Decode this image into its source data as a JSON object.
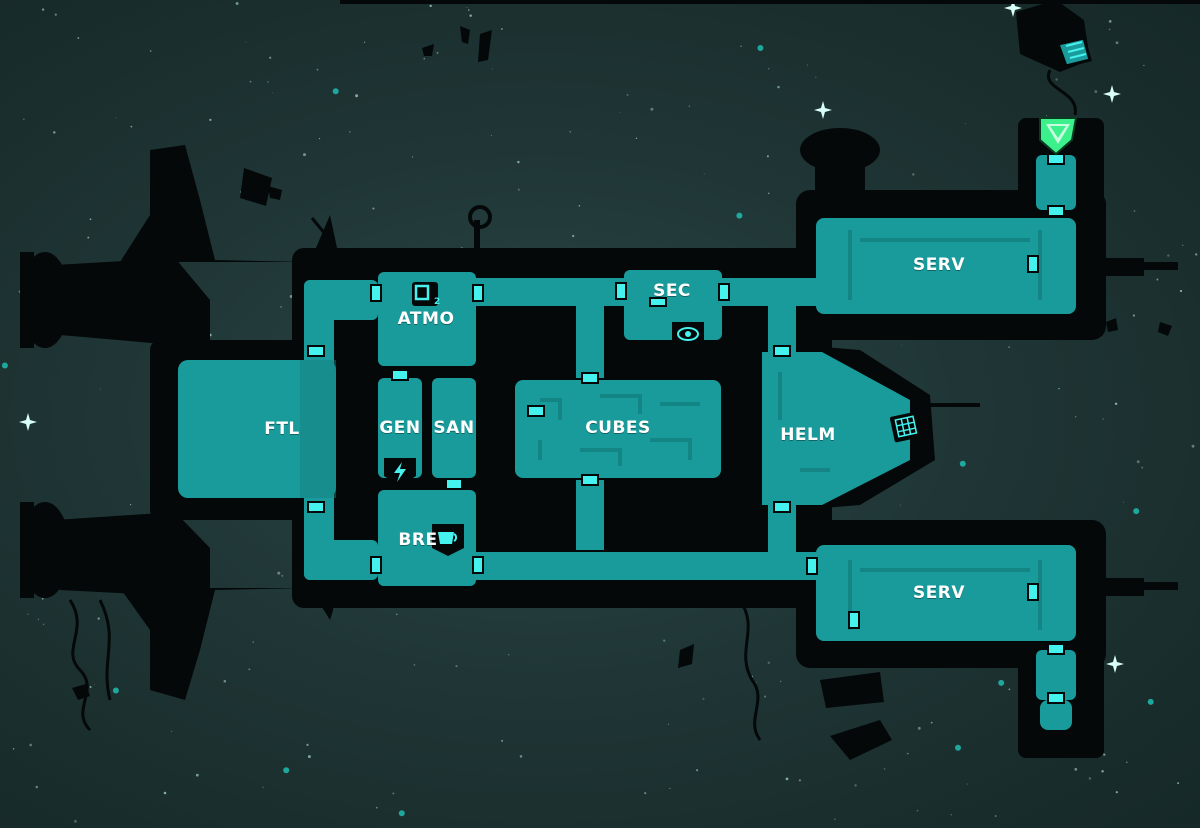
{
  "ship": {
    "rooms": [
      {
        "id": "ftl",
        "label": "FTL"
      },
      {
        "id": "atmo",
        "label": "ATMO",
        "icon": "oxygen-icon"
      },
      {
        "id": "gen",
        "label": "GEN",
        "icon": "power-bolt-icon"
      },
      {
        "id": "san",
        "label": "SAN"
      },
      {
        "id": "bre",
        "label": "BRE",
        "icon": "coffee-cup-icon"
      },
      {
        "id": "cubes",
        "label": "CUBES"
      },
      {
        "id": "sec",
        "label": "SEC",
        "icon": "eye-icon"
      },
      {
        "id": "helm",
        "label": "HELM",
        "icon": "grid-console-icon"
      },
      {
        "id": "serv-top",
        "label": "SERV"
      },
      {
        "id": "serv-bottom",
        "label": "SERV"
      }
    ],
    "oxygen_subscript": "2",
    "marker_icon": "green-crystal-marker-icon"
  },
  "colors": {
    "space": "#1f3434",
    "hull": "#040808",
    "room": "#1a9b9b",
    "room_dark": "#13807f",
    "door": "#45f2ee",
    "marker": "#3cf08c"
  }
}
